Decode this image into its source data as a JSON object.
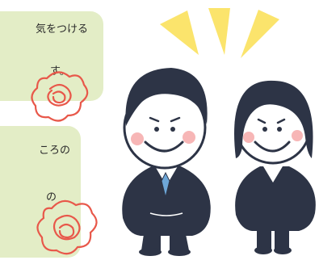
{
  "bubble_top": {
    "line1": "気をつける",
    "line2": "す。"
  },
  "bubble_bottom": {
    "line1": "ころの",
    "line2": "の"
  },
  "colors": {
    "bubble": "#e3edc6",
    "flower": "#e8584a",
    "burst": "#fbe46c",
    "suit": "#2d3446",
    "tie": "#6ea7d8",
    "hair": "#2d3446",
    "skin": "#ffffff",
    "cheek": "#f7b6b6"
  }
}
